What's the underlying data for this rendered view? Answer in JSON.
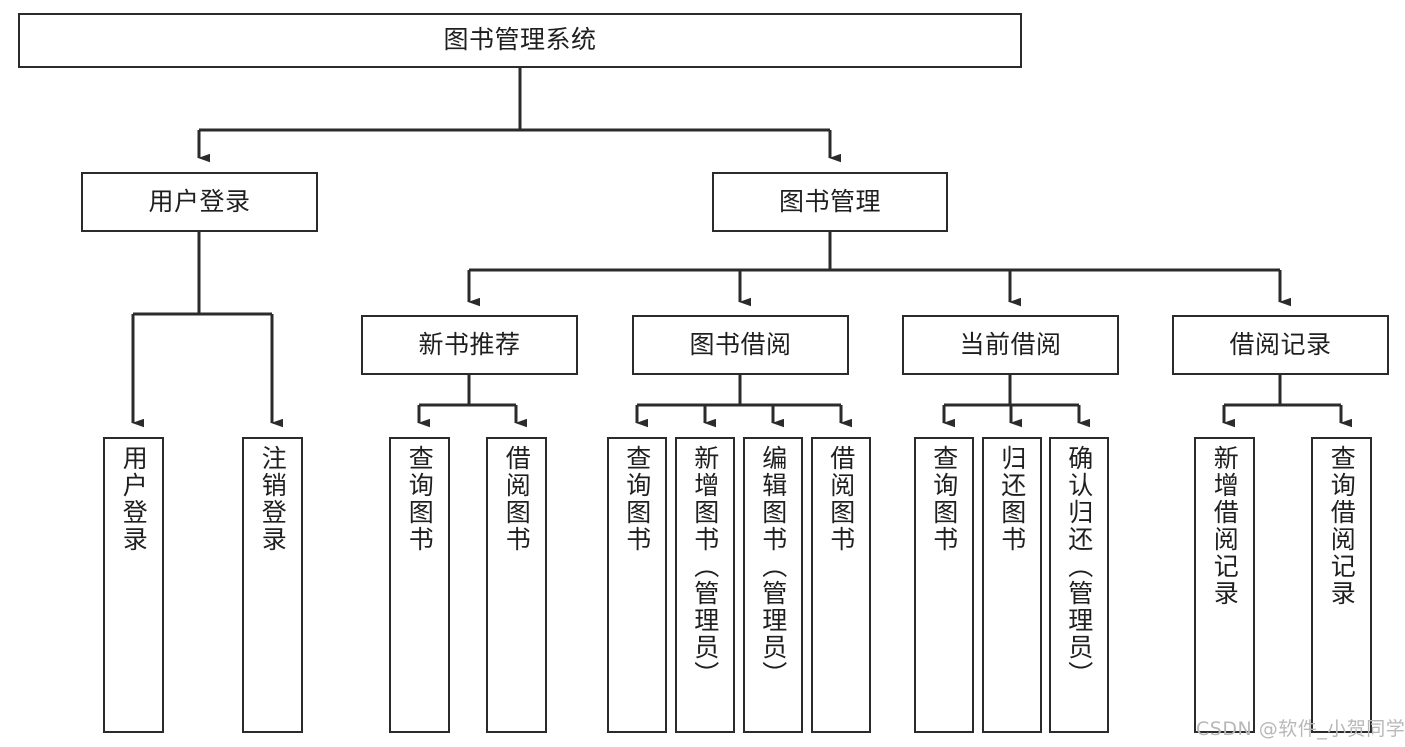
{
  "diagram": {
    "title": "图书管理系统",
    "type": "hierarchy-tree",
    "root": {
      "id": "root",
      "label": "图书管理系统"
    },
    "level2": [
      {
        "id": "user-login",
        "label": "用户登录"
      },
      {
        "id": "book-manage",
        "label": "图书管理"
      }
    ],
    "level3": [
      {
        "id": "new-book-recommend",
        "label": "新书推荐"
      },
      {
        "id": "book-borrow",
        "label": "图书借阅"
      },
      {
        "id": "current-borrow",
        "label": "当前借阅"
      },
      {
        "id": "borrow-record",
        "label": "借阅记录"
      }
    ],
    "leaves": {
      "user_login": [
        {
          "id": "leaf-user-login",
          "label": "用户登录"
        },
        {
          "id": "leaf-user-logout",
          "label": "注销登录"
        }
      ],
      "new_book_recommend": [
        {
          "id": "leaf-query-book-1",
          "label": "查询图书"
        },
        {
          "id": "leaf-borrow-book-1",
          "label": "借阅图书"
        }
      ],
      "book_borrow": [
        {
          "id": "leaf-query-book-2",
          "label": "查询图书"
        },
        {
          "id": "leaf-add-book",
          "label": "新增图书（管理员）"
        },
        {
          "id": "leaf-edit-book",
          "label": "编辑图书（管理员）"
        },
        {
          "id": "leaf-borrow-book-2",
          "label": "借阅图书"
        }
      ],
      "current_borrow": [
        {
          "id": "leaf-query-book-3",
          "label": "查询图书"
        },
        {
          "id": "leaf-return-book",
          "label": "归还图书"
        },
        {
          "id": "leaf-confirm-return",
          "label": "确认归还（管理员）"
        }
      ],
      "borrow_record": [
        {
          "id": "leaf-add-record",
          "label": "新增借阅记录"
        },
        {
          "id": "leaf-query-record",
          "label": "查询借阅记录"
        }
      ]
    }
  },
  "watermark": {
    "text": "CSDN @软件_小贺同学"
  },
  "colors": {
    "border": "#2b2b2b",
    "background": "#ffffff",
    "text": "#1f1f1f",
    "watermark": "#b8b8b8"
  }
}
